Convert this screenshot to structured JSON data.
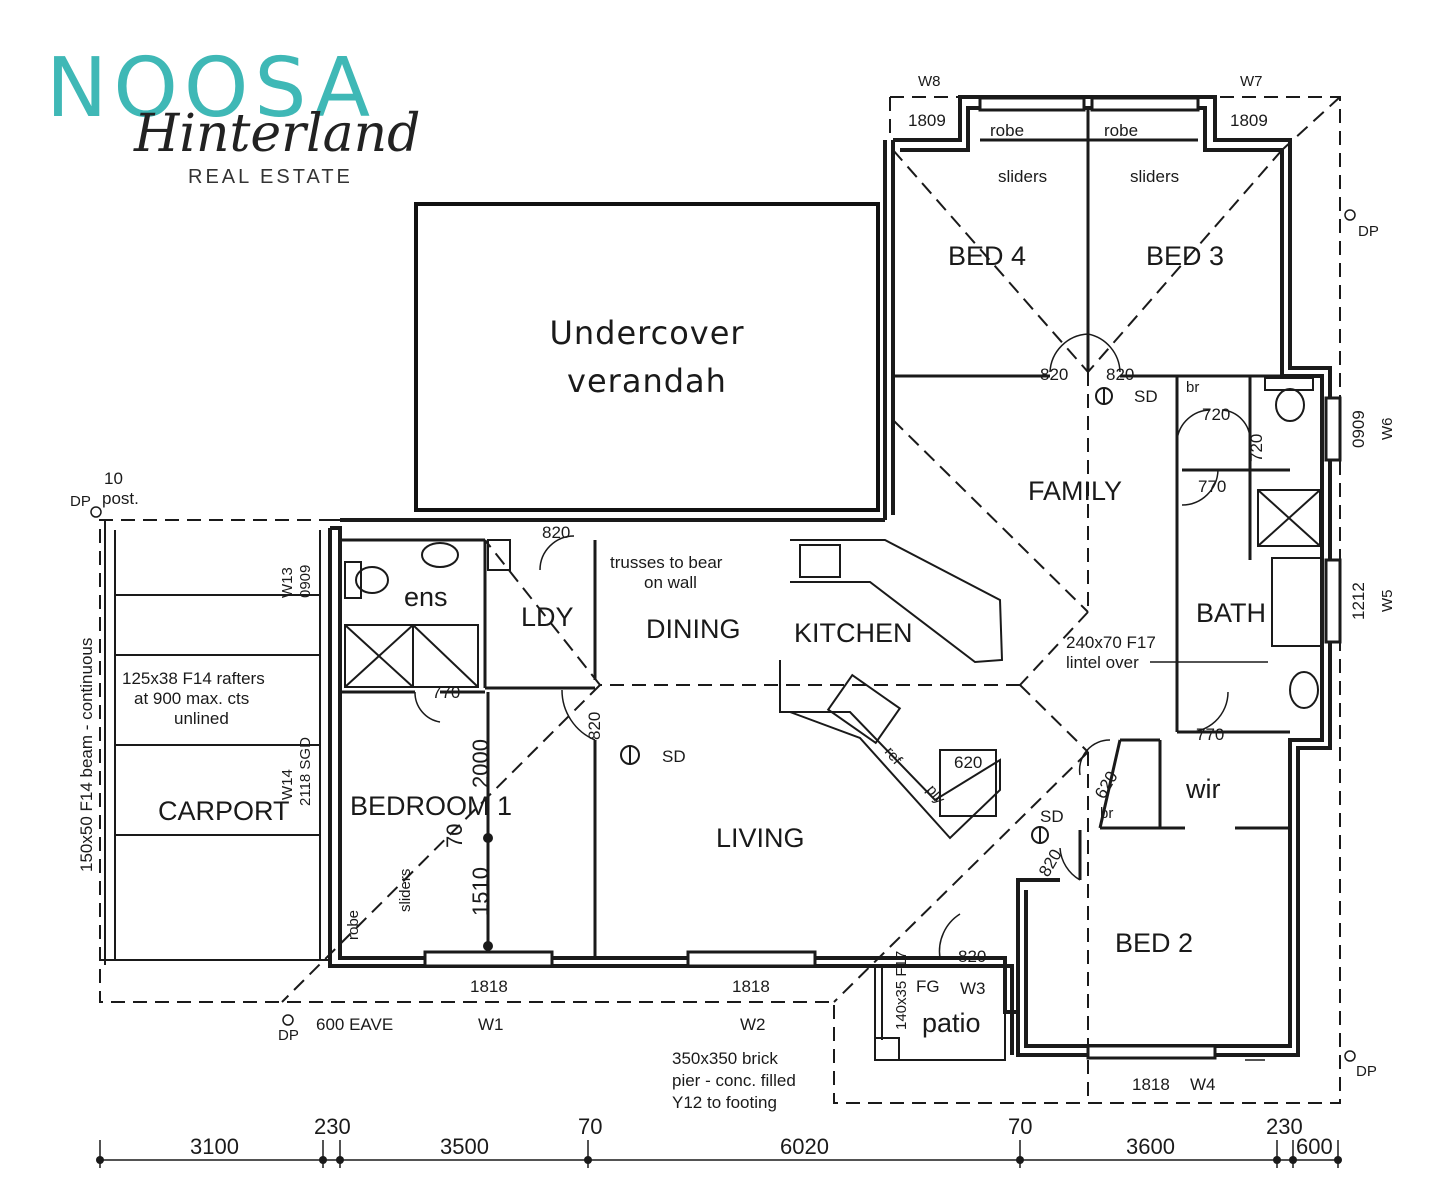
{
  "brand": {
    "name": "NOOSA",
    "script": "Hinterland",
    "sub": "REAL ESTATE",
    "accent_color": "#3fb8b6"
  },
  "overlay": {
    "verandah": "Undercover\nverandah"
  },
  "rooms": {
    "bed4": "BED 4",
    "bed3": "BED 3",
    "family": "FAMILY",
    "bath": "BATH",
    "dining": "DINING",
    "kitchen": "KITCHEN",
    "ldy": "LDY",
    "ens": "ens",
    "living": "LIVING",
    "bedroom1": "BEDROOM 1",
    "carport": "CARPORT",
    "bed2": "BED 2",
    "wir": "wir",
    "patio": "patio"
  },
  "notes": {
    "robe": "robe",
    "sliders": "sliders",
    "sd": "SD",
    "br": "br",
    "trusses1": "trusses to bear",
    "trusses2": "on wall",
    "lintel1": "240x70 F17",
    "lintel2": "lintel over",
    "rafters1": "125x38 F14 rafters",
    "rafters2": "at 900 max. cts",
    "rafters3": "unlined",
    "beam": "150x50 F14 beam - continuous",
    "post1": "10",
    "post2": "post.",
    "dp": "DP",
    "eave": "600 EAVE",
    "pier1": "350x350 brick",
    "pier2": "pier - conc. filled",
    "pier3": "Y12 to footing",
    "ref": "ref",
    "ply": "ply",
    "fg": "FG",
    "w14a": "W14",
    "w14b": "2118 SGD",
    "w13a": "W13",
    "w13b": "0909",
    "patio_post": "140x35 F17"
  },
  "windows": {
    "w8": "W8",
    "w7": "W7",
    "w6": "W6",
    "w5": "W5",
    "w4": "W4",
    "w3": "W3",
    "w2": "W2",
    "w1": "W1",
    "w8_size": "1809",
    "w7_size": "1809",
    "w6_size": "0909",
    "w5_size": "1212",
    "w4_size": "1818",
    "w2_size": "1818",
    "w1_size": "1818"
  },
  "doors": {
    "d820": "820",
    "d770": "770",
    "d720": "720",
    "d620": "620"
  },
  "dimensions": [
    "3100",
    "230",
    "3500",
    "70",
    "6020",
    "70",
    "3600",
    "230",
    "600"
  ],
  "internal_dims": {
    "d2000": "2000",
    "d1510": "1510",
    "d70": "70"
  }
}
